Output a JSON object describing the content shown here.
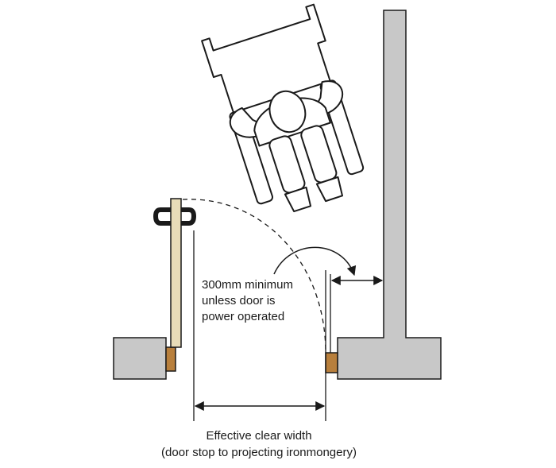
{
  "labels": {
    "side_line1": "300mm minimum",
    "side_line2": "unless door is",
    "side_line3": "power operated",
    "bottom_line1": "Effective clear width",
    "bottom_line2": "(door stop to projecting ironmongery)"
  },
  "colors": {
    "wall_fill": "#c8c8c8",
    "door_leaf": "#e8dcb8",
    "door_stop": "#b87f3c",
    "stroke": "#1a1a1a"
  },
  "icons": {
    "wheelchair_user": "wheelchair-user-icon"
  }
}
